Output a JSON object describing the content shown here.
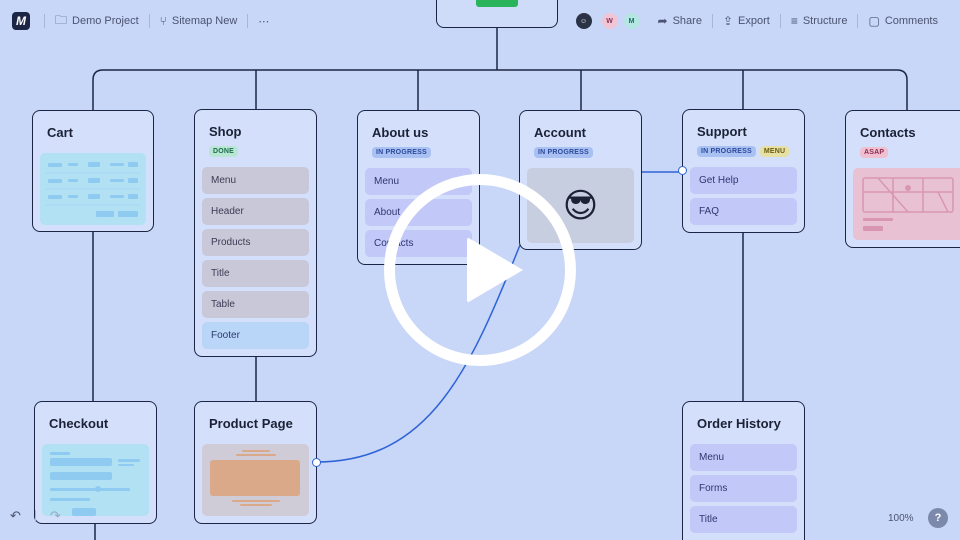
{
  "toolbar": {
    "logo": "M",
    "project": "Demo Project",
    "sitemap": "Sitemap New",
    "more": "⋯",
    "avatars": [
      "W",
      "M"
    ],
    "share": "Share",
    "export": "Export",
    "structure": "Structure",
    "comments": "Comments"
  },
  "cards": {
    "cart": {
      "title": "Cart"
    },
    "shop": {
      "title": "Shop",
      "badges": [
        "DONE"
      ],
      "rows": [
        "Menu",
        "Header",
        "Products",
        "Title",
        "Table",
        "Footer"
      ]
    },
    "about": {
      "title": "About us",
      "badges": [
        "IN PROGRESS"
      ],
      "rows": [
        "Menu",
        "About",
        "Contacts"
      ]
    },
    "account": {
      "title": "Account",
      "badges": [
        "IN PROGRESS"
      ],
      "emoji": "😎"
    },
    "support": {
      "title": "Support",
      "badges": [
        "IN PROGRESS",
        "MENU"
      ],
      "rows": [
        "Get Help",
        "FAQ"
      ]
    },
    "contacts": {
      "title": "Contacts",
      "badges": [
        "ASAP"
      ]
    },
    "checkout": {
      "title": "Checkout"
    },
    "product_page": {
      "title": "Product Page"
    },
    "order_history": {
      "title": "Order History",
      "rows": [
        "Menu",
        "Forms",
        "Title"
      ]
    }
  },
  "footer": {
    "zoom": "100%",
    "help": "?"
  },
  "colors": {
    "accent": "#2f64d6",
    "bg": "#c8d6f7",
    "done": "#29b35a"
  }
}
